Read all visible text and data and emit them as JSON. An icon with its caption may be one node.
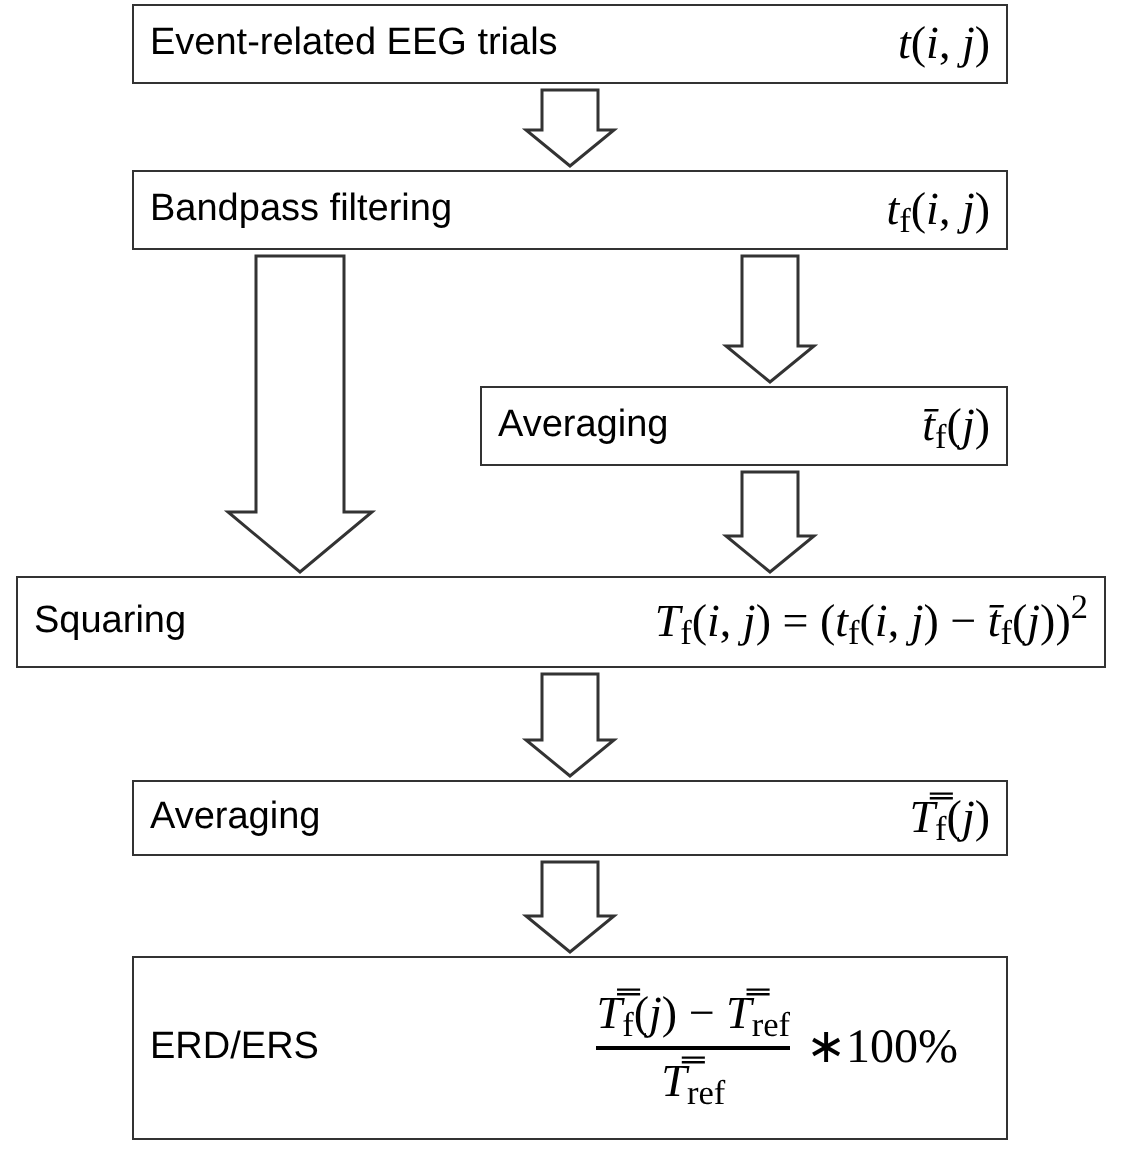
{
  "diagram": {
    "nodes": [
      {
        "text": [
          "Event-related EEG trials",
          "*t*(*i*, *j*)"
        ]
      },
      {
        "text": [
          "Bandpass filtering",
          "*t*$_{f}$(*i*, *j*)"
        ]
      },
      {
        "text": [
          "Averaging",
          "*t̄*$_{f}$(*j*)"
        ]
      },
      {
        "text": [
          "Squaring",
          "*T*$_{f}$(*i*, *j*) = (*t*$_{f}$(*i*, *j*) − *t̄*$_{f}$(*j*))$^{2}$"
        ]
      },
      {
        "text": [
          "Averaging",
          "*T̿*$_{f}$(*j*)"
        ]
      },
      {
        "text": [
          "ERD/ERS",
          "*T̿*$_{f}$(*j*) − *T̿*$_{ref}$",
          "*T̿*$_{ref}$",
          "∗100%"
        ]
      }
    ],
    "edges": [
      {
        "from": 0,
        "to": 1,
        "arrow": "to"
      },
      {
        "from": 1,
        "to": 2,
        "arrow": "to"
      },
      {
        "from": 1,
        "to": 3,
        "arrow": "to"
      },
      {
        "from": 2,
        "to": 3,
        "arrow": "to"
      },
      {
        "from": 3,
        "to": 4,
        "arrow": "to"
      },
      {
        "from": 4,
        "to": 5,
        "arrow": "to"
      }
    ]
  }
}
